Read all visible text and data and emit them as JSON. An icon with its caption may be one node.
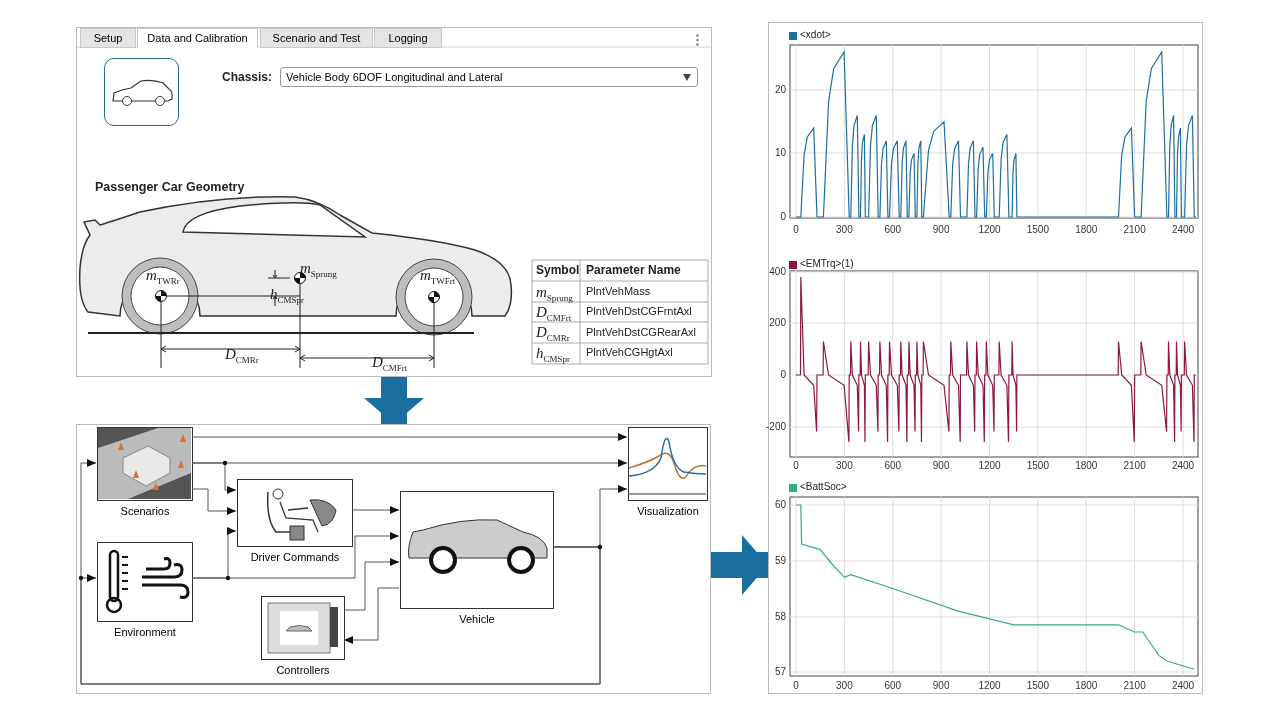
{
  "diagram": {
    "nodes": [
      {
        "text": [],
        "shape": "box"
      },
      {
        "text": [],
        "shape": "box"
      },
      {
        "text": [
          "Scenarios"
        ],
        "in": 1
      },
      {
        "text": [
          "Driver Commands"
        ],
        "in": 1
      },
      {
        "text": [
          "Environment"
        ],
        "in": 1
      },
      {
        "text": [
          "Vehicle"
        ],
        "in": 1
      },
      {
        "text": [
          "Controllers"
        ],
        "in": 1
      },
      {
        "text": [
          "Visualization"
        ],
        "in": 1
      },
      {
        "text": [],
        "shape": "box"
      }
    ],
    "edges": [
      {
        "from": 0,
        "to": 1,
        "arrow": "to",
        "style": "thick",
        "color": "#1a6fa0"
      },
      {
        "from": 1,
        "to": 8,
        "arrow": "to",
        "style": "thick",
        "color": "#1a6fa0"
      },
      {
        "from": 2,
        "to": 7,
        "arrow": "to"
      },
      {
        "from": 2,
        "to": 7,
        "arrow": "to"
      },
      {
        "from": 2,
        "to": 3,
        "arrow": "to"
      },
      {
        "from": 2,
        "to": 3,
        "arrow": "to"
      },
      {
        "from": 4,
        "to": 3,
        "arrow": "to"
      },
      {
        "from": 4,
        "to": 5,
        "arrow": "to"
      },
      {
        "from": 3,
        "to": 5,
        "arrow": "to"
      },
      {
        "from": 6,
        "to": 5,
        "arrow": "to"
      },
      {
        "from": 5,
        "to": 6,
        "arrow": "to"
      },
      {
        "from": 5,
        "to": 7,
        "arrow": "to"
      },
      {
        "from": 5,
        "to": 2,
        "arrow": "to"
      },
      {
        "from": 5,
        "to": 4,
        "arrow": "to"
      }
    ],
    "labels": [
      "Setup",
      "Data and Calibration",
      "Scenario and Test",
      "Logging",
      "Chassis:",
      "Vehicle Body 6DOF Longitudinal and Lateral",
      "Passenger Car Geometry",
      "*m*$_{Sprung}$",
      "*m*$_{TWRr}$",
      "*h*$_{CMSpr}$",
      "*m*$_{TWFrt}$",
      "*D*$_{CMRr}$",
      "*D*$_{CMFrt}$",
      "Symbol",
      "Parameter Name",
      "*m*$_{Sprung}$",
      "PlntVehMass",
      "*D*$_{CMFrt}$",
      "PlntVehDstCGFrntAxl",
      "*D*$_{CMRr}$",
      "PlntVehDstCGRearAxl",
      "*h*$_{CMSpr}$",
      "PlntVehCGHgtAxl",
      "20",
      "10",
      "0",
      "0",
      "300",
      "600",
      "900",
      "1200",
      "1500",
      "1800",
      "2100",
      "2400",
      "400",
      "200",
      "0",
      "-200",
      "0",
      "300",
      "600",
      "900",
      "1200",
      "1500",
      "1800",
      "2100",
      "2400",
      "60",
      "59",
      "58",
      "57",
      "0",
      "300",
      "600",
      "900",
      "1200",
      "1500",
      "1800",
      "2100",
      "2400"
    ],
    "legend": [
      {
        "text": "<xdot>",
        "color": "#1f6e9c"
      },
      {
        "text": "<EMTrq>(1)",
        "color": "#8b1a3a"
      },
      {
        "text": "<BattSoc>",
        "color": "#3aa88a"
      }
    ]
  }
}
